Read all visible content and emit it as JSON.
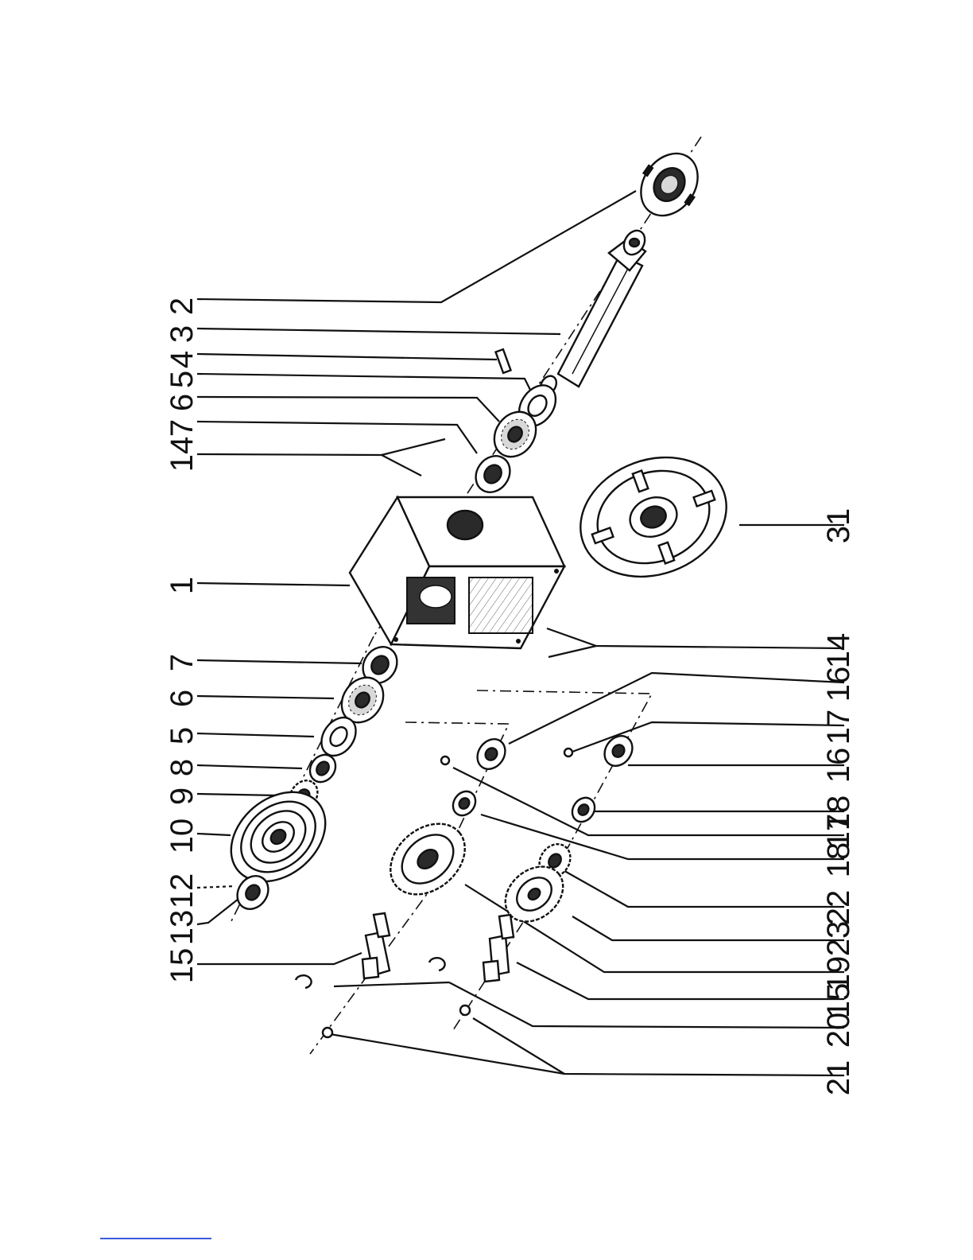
{
  "labels_left": [
    "2",
    "3",
    "4",
    "5",
    "6",
    "7",
    "14",
    "1",
    "7",
    "6",
    "5",
    "8",
    "9",
    "10",
    "12",
    "13",
    "15"
  ],
  "labels_right": [
    "31",
    "14",
    "16",
    "17",
    "16",
    "18",
    "17",
    "18",
    "22",
    "23",
    "19",
    "15",
    "20",
    "21"
  ],
  "colors": {
    "ink": "#111111",
    "paper": "#ffffff",
    "link": "#3b5bdb"
  },
  "icons": [
    "gearbox-housing-icon",
    "spindle-shaft-icon",
    "bearing-icon",
    "pulley-icon",
    "gear-icon",
    "faceplate-icon",
    "ring-nut-icon"
  ]
}
